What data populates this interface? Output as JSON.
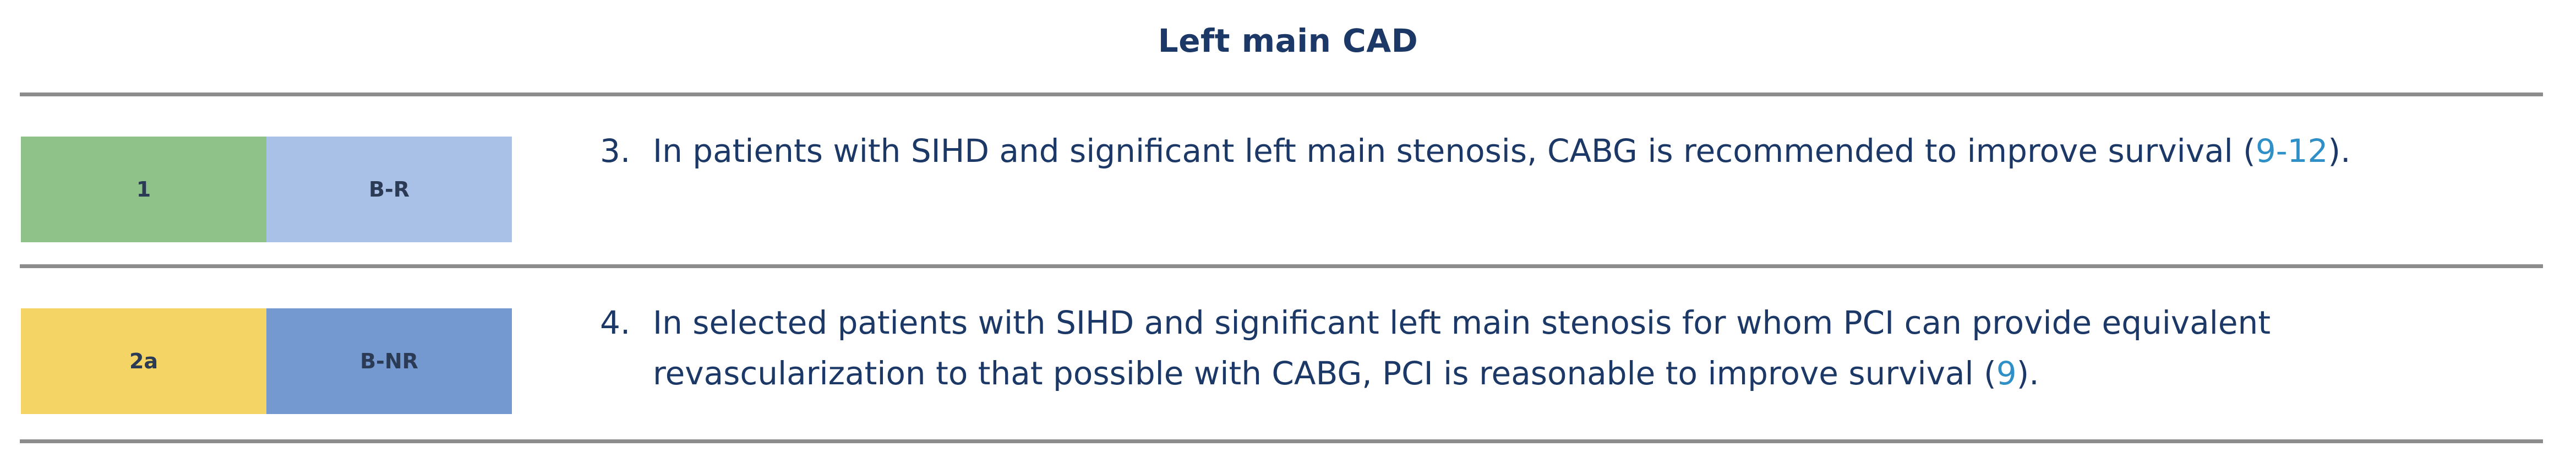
{
  "section": {
    "title": "Left main CAD"
  },
  "recommendations": [
    {
      "cor": "1",
      "cor_color": "#8fc288",
      "loe": "B-R",
      "loe_color": "#a9c1e7",
      "number": "3.",
      "text": "In patients with SIHD and significant left main stenosis, CABG is recommended to improve survival (",
      "reference": "9-12",
      "text_end": ")."
    },
    {
      "cor": "2a",
      "cor_color": "#f3d465",
      "loe": "B-NR",
      "loe_color": "#7499d1",
      "number": "4.",
      "text": "In selected patients with SIHD and significant left main stenosis for whom PCI can provide equivalent revascularization to that possible with CABG, PCI is reasonable to improve survival (",
      "reference": "9",
      "text_end": ")."
    }
  ],
  "colors": {
    "text": "#1c3866",
    "reference_link": "#2f8fc7",
    "rule": "#8c8c8c"
  }
}
